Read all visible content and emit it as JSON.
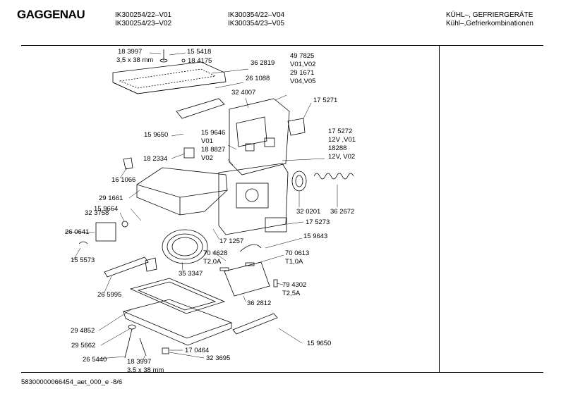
{
  "header": {
    "brand": "GAGGENAU",
    "models_col1": [
      "IK300254/22–V01",
      "IK300254/23–V02"
    ],
    "models_col2": [
      "IK300354/22–V04",
      "IK300354/23–V05"
    ],
    "category_line1": "KÜHL–, GEFRIERGERÄTE",
    "category_line2": "Kühl–,Gefrierkombinationen"
  },
  "footer": {
    "doc_id": "58300000066454_aet_000_e   -8/6"
  },
  "part_labels": [
    "18 3997",
    "3,5 x 38 mm",
    "15 5418",
    "18 4175",
    "36 2819",
    "26 1088",
    "49 7825",
    "V01,V02",
    "29 1671",
    "V04,V05",
    "32 4007",
    "17 5271",
    "15 9650",
    "15 9646",
    "V01",
    "18 8827",
    "V02",
    "18 2334",
    "16 1066",
    "17 5272",
    "12V ,V01",
    "18288",
    "12V, V02",
    "29 1661",
    "32 3758",
    "15 9664",
    "26 0641",
    "15 5573",
    "32 0201",
    "36 2672",
    "17 5273",
    "15 9643",
    "17 1257",
    "70 4628",
    "T2,0A",
    "70 0613",
    "T1,0A",
    "35 3347",
    "79 4302",
    "T2,5A",
    "26 5995",
    "36 2812",
    "29 4852",
    "29 5662",
    "15 9650",
    "26 5440",
    "17 0464",
    "32 3695",
    "18 3997",
    "3,5 x 38 mm"
  ]
}
